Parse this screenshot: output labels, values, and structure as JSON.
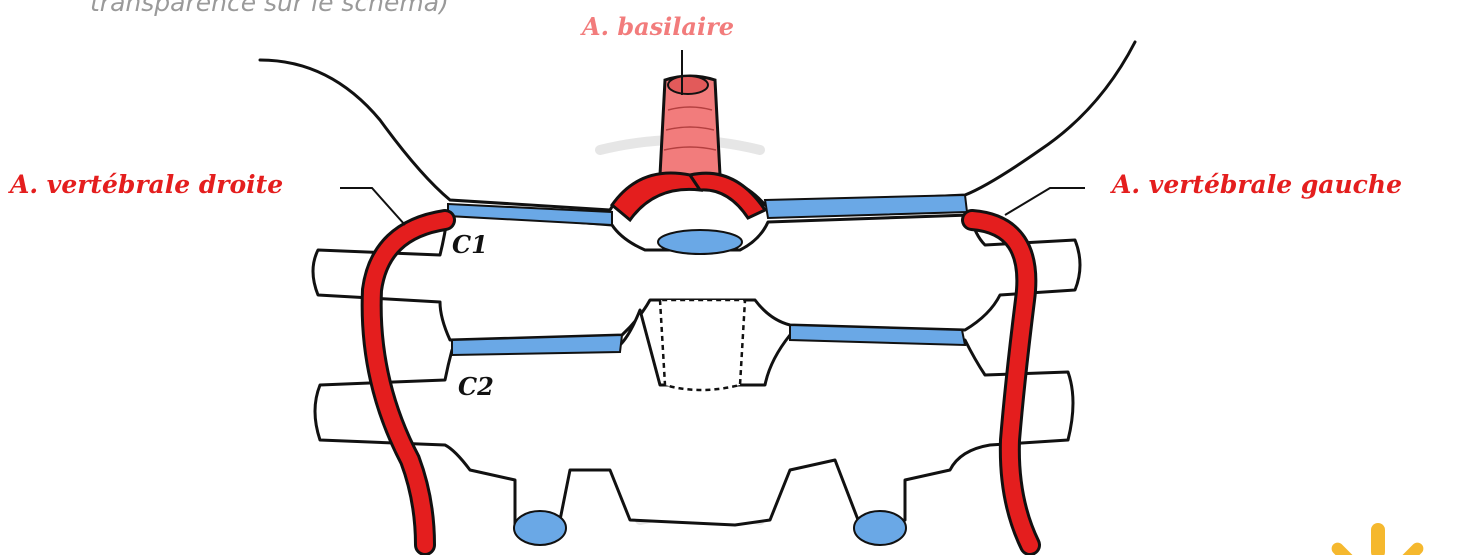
{
  "caption": "transparence sur le schéma)",
  "labels": {
    "basilar": "A. basilaire",
    "right_vertebral": "A. vertébrale droite",
    "left_vertebral": "A. vertébrale gauche",
    "c1": "C1",
    "c2": "C2"
  },
  "colors": {
    "artery_red": "#e41e1e",
    "artery_pink": "#f27c7c",
    "disc_blue": "#6aa8e6",
    "outline": "#111111",
    "sun_yellow": "#f5b82e"
  }
}
